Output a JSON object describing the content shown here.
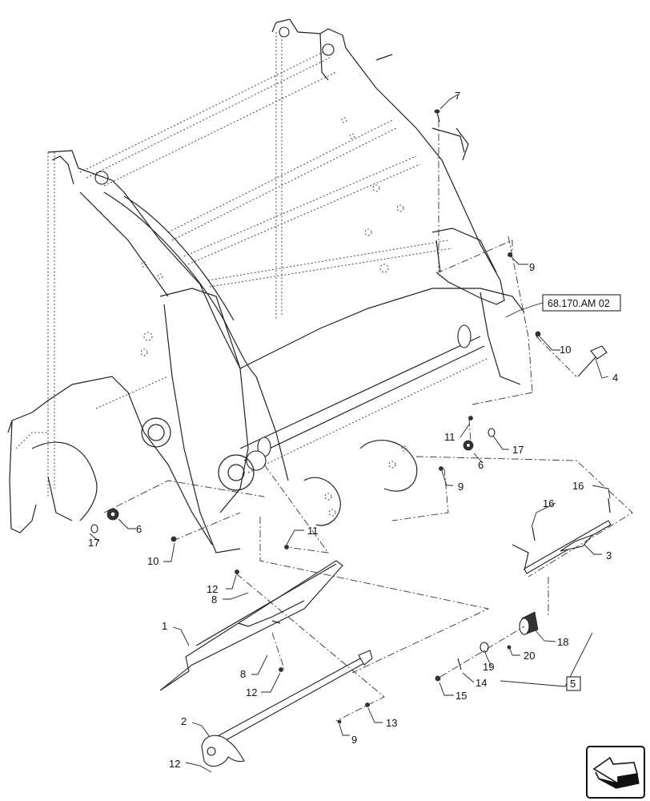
{
  "diagram": {
    "callouts": [
      {
        "id": "c7",
        "text": "7"
      },
      {
        "id": "c9a",
        "text": "9"
      },
      {
        "id": "c10a",
        "text": "10"
      },
      {
        "id": "c4",
        "text": "4"
      },
      {
        "id": "c11a",
        "text": "11"
      },
      {
        "id": "c17a",
        "text": "17"
      },
      {
        "id": "c6a",
        "text": "6"
      },
      {
        "id": "c9b",
        "text": "9"
      },
      {
        "id": "c16a",
        "text": "16"
      },
      {
        "id": "c16b",
        "text": "16"
      },
      {
        "id": "c3",
        "text": "3"
      },
      {
        "id": "c6b",
        "text": "6"
      },
      {
        "id": "c17b",
        "text": "17"
      },
      {
        "id": "c10b",
        "text": "10"
      },
      {
        "id": "c11b",
        "text": "11"
      },
      {
        "id": "c12a",
        "text": "12"
      },
      {
        "id": "c8a",
        "text": "8"
      },
      {
        "id": "c1",
        "text": "1"
      },
      {
        "id": "c8b",
        "text": "8"
      },
      {
        "id": "c12b",
        "text": "12"
      },
      {
        "id": "c18",
        "text": "18"
      },
      {
        "id": "c19",
        "text": "19"
      },
      {
        "id": "c20",
        "text": "20"
      },
      {
        "id": "c14",
        "text": "14"
      },
      {
        "id": "c15",
        "text": "15"
      },
      {
        "id": "c5",
        "text": "5"
      },
      {
        "id": "c13",
        "text": "13"
      },
      {
        "id": "c9c",
        "text": "9"
      },
      {
        "id": "c2",
        "text": "2"
      },
      {
        "id": "c12c",
        "text": "12"
      }
    ],
    "reference_label": "68.170.AM 02"
  }
}
